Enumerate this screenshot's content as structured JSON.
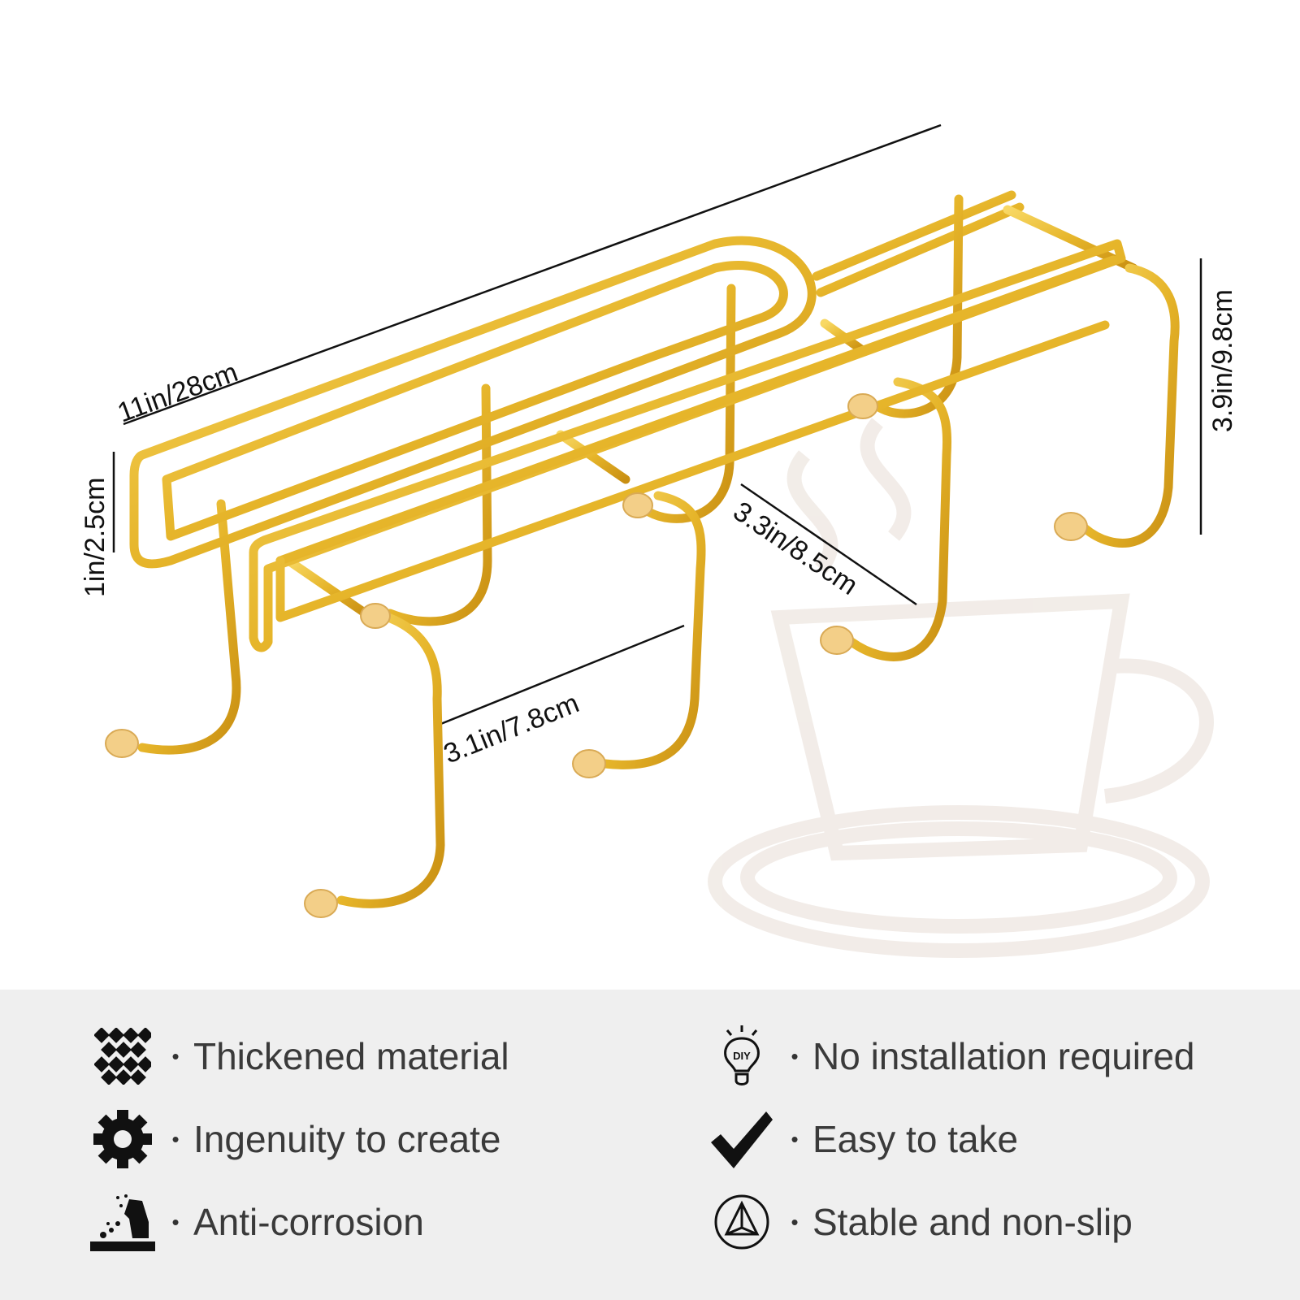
{
  "dimensions": {
    "length": "11in/28cm",
    "height": "1in/2.5cm",
    "hook_depth": "3.9in/9.8cm",
    "hook_spacing_side": "3.3in/8.5cm",
    "hook_spacing_front": "3.1in/7.8cm"
  },
  "colors": {
    "gold": "#e6b52a",
    "gold_light": "#f6d35a",
    "panel": "#efefef"
  },
  "features": [
    {
      "icon": "checker-pattern-icon",
      "label": "Thickened material"
    },
    {
      "icon": "gear-icon",
      "label": "Ingenuity to create"
    },
    {
      "icon": "spray-hand-icon",
      "label": "Anti-corrosion"
    },
    {
      "icon": "diy-bulb-icon",
      "label": "No installation required"
    },
    {
      "icon": "checkmark-icon",
      "label": "Easy to take"
    },
    {
      "icon": "triangle-circle-icon",
      "label": "Stable and non-slip"
    }
  ],
  "bullet": "•"
}
